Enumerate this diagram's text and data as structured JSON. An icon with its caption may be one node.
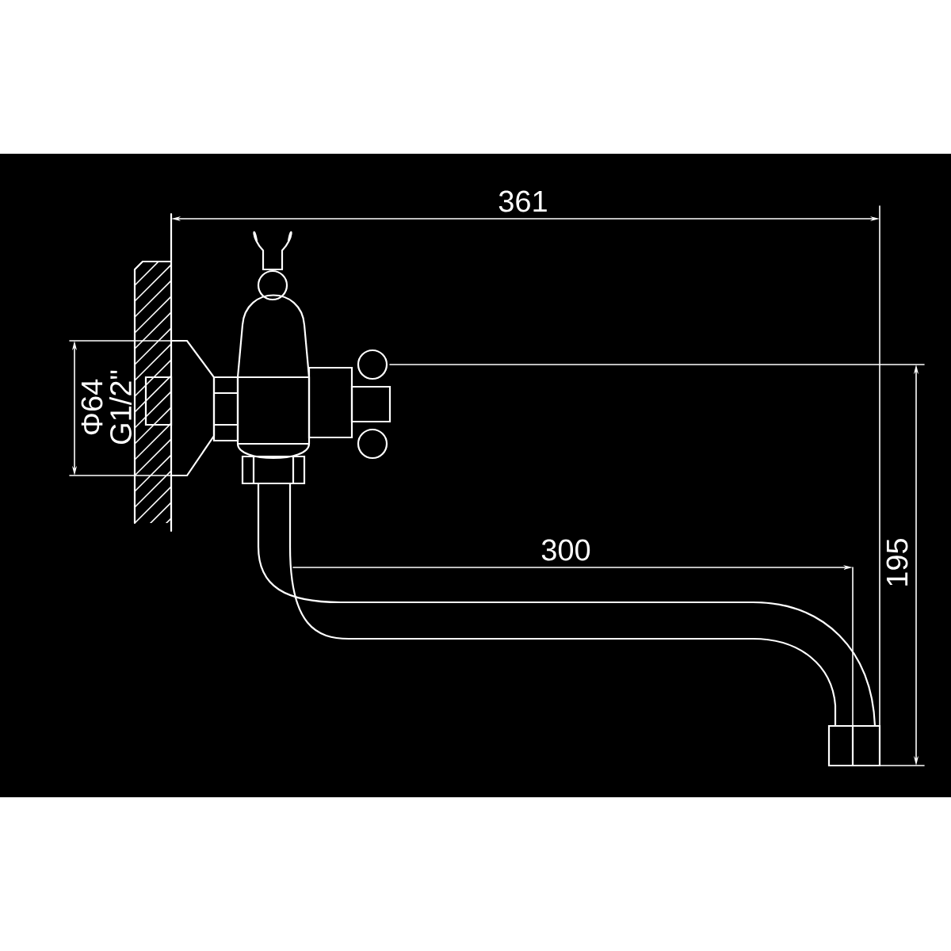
{
  "diagram": {
    "labels": [
      "361",
      "Φ64",
      "G1/2\"",
      "300",
      "195"
    ]
  }
}
